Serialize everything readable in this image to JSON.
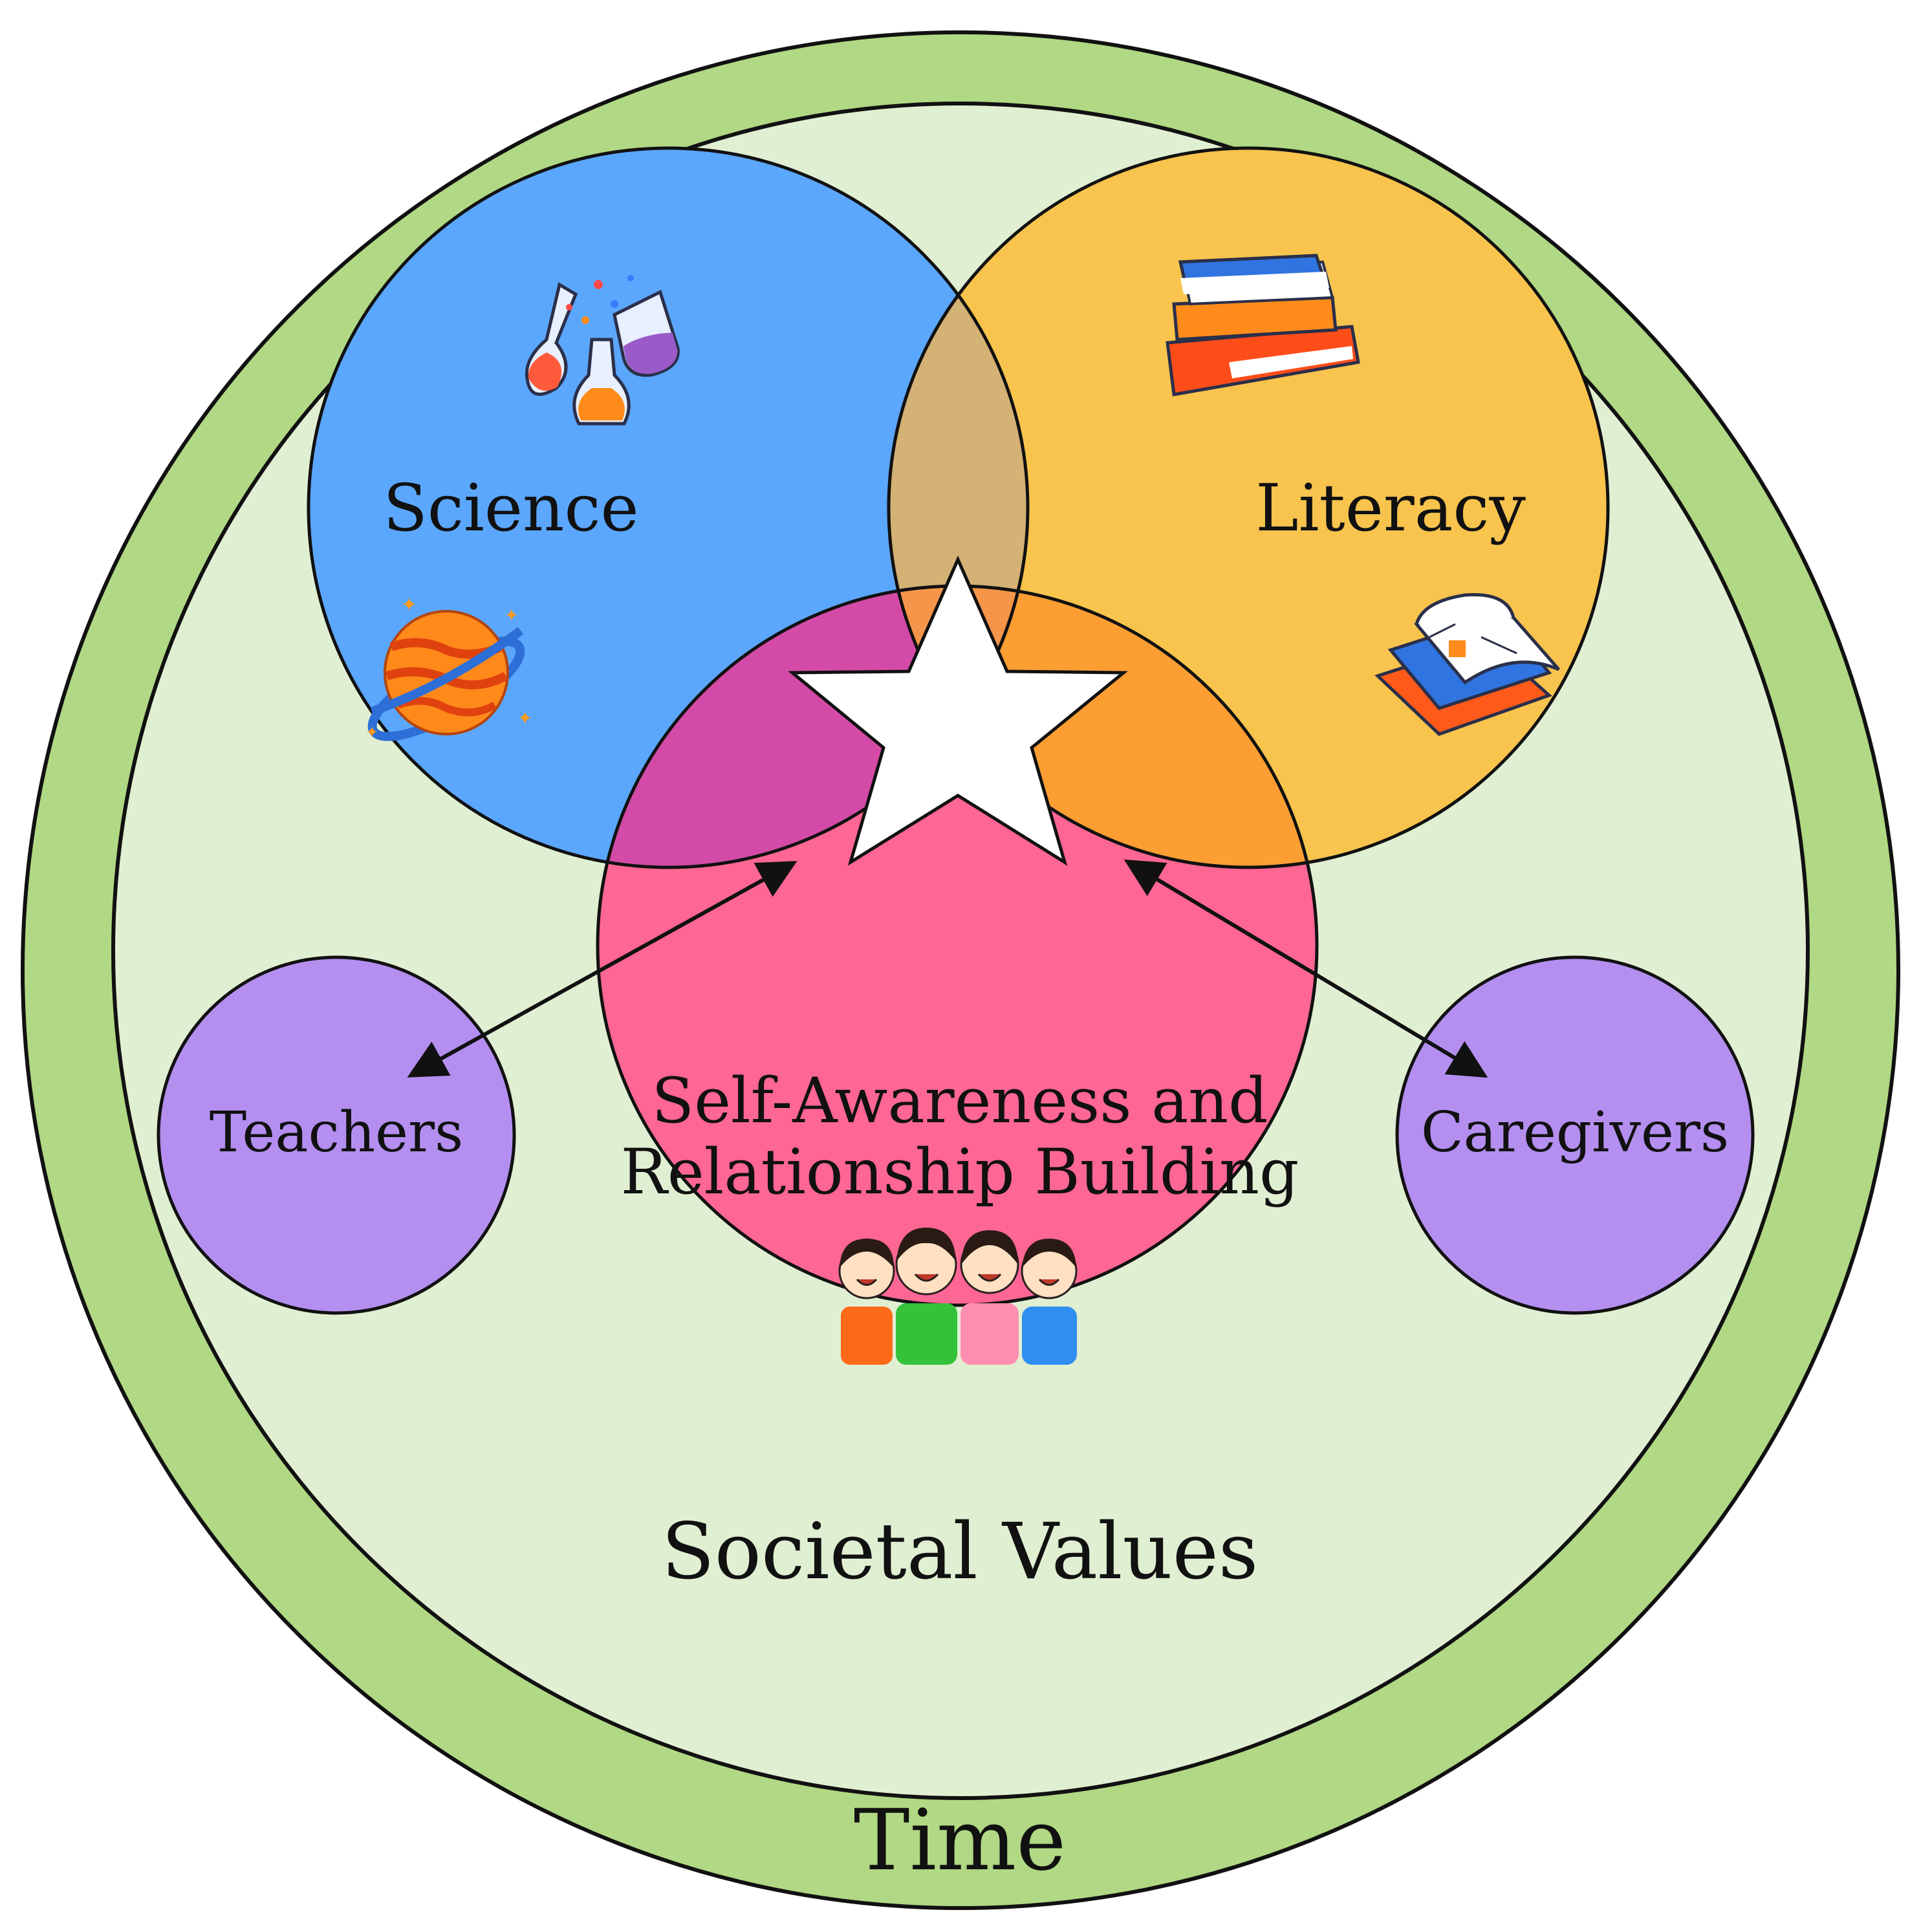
{
  "labels": {
    "science": "Science",
    "literacy": "Literacy",
    "self_awareness_line1": "Self-Awareness and",
    "self_awareness_line2": "Relationship Building",
    "teachers": "Teachers",
    "caregivers": "Caregivers",
    "societal_values": "Societal Values",
    "time": "Time"
  },
  "colors": {
    "time_ring": "#b1d884",
    "societal_values": "#e0efd2",
    "science": "#5ba7fd",
    "literacy": "#f8c44e",
    "self_awareness": "#fe6694",
    "science_literacy_overlap": "#d4b174",
    "science_self_overlap": "#d44ba7",
    "literacy_self_overlap": "#fd9e33",
    "center_overlap": "#f5954a",
    "teachers_caregivers": "#b48ff0",
    "star": "#ffffff",
    "outline": "#111111"
  },
  "icons": {
    "science": [
      "lab-flasks-icon",
      "planet-icon"
    ],
    "literacy": [
      "book-stack-icon",
      "open-book-icon"
    ],
    "self_awareness": [
      "children-group-icon"
    ],
    "center": "star-icon"
  },
  "connections": [
    {
      "from": "teachers",
      "to": "center",
      "type": "bidirectional-arrow"
    },
    {
      "from": "caregivers",
      "to": "center",
      "type": "bidirectional-arrow"
    }
  ]
}
